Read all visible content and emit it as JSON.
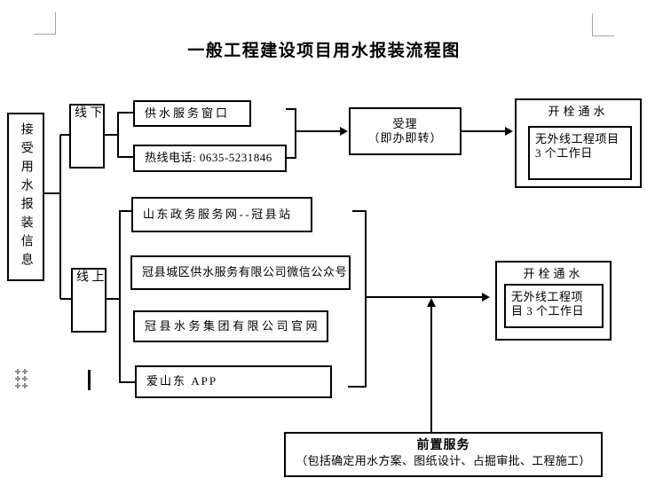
{
  "window": {
    "title": "一般工程建设项目用水报装流程图"
  },
  "flowchart": {
    "source_label": "接受用水报装信息",
    "offline": {
      "branch_label": "线下",
      "channels": [
        "供水服务窗口",
        "热线电话: 0635-5231846"
      ],
      "accept_line1": "受理",
      "accept_line2": "（即办即转）",
      "result_title": "开栓通水",
      "result_line1": "无外线工程项目",
      "result_line2": "3 个工作日"
    },
    "online": {
      "branch_label": "线上",
      "channels": [
        "山东政务服务网--冠县站",
        "冠县城区供水服务有限公司微信公众号",
        "冠县水务集团有限公司官网",
        "爱山东 APP"
      ],
      "result_title": "开栓通水",
      "result_line1": "无外线工程项",
      "result_line2": "目 3 个工作日"
    },
    "pre_service": {
      "title": "前置服务",
      "subtitle": "（包括确定用水方案、图纸设计、占掘审批、工程施工）"
    }
  },
  "colors": {
    "line": "#000000",
    "margin_mark": "#a6a6a6",
    "drag_handle": "#8f8f8f"
  }
}
